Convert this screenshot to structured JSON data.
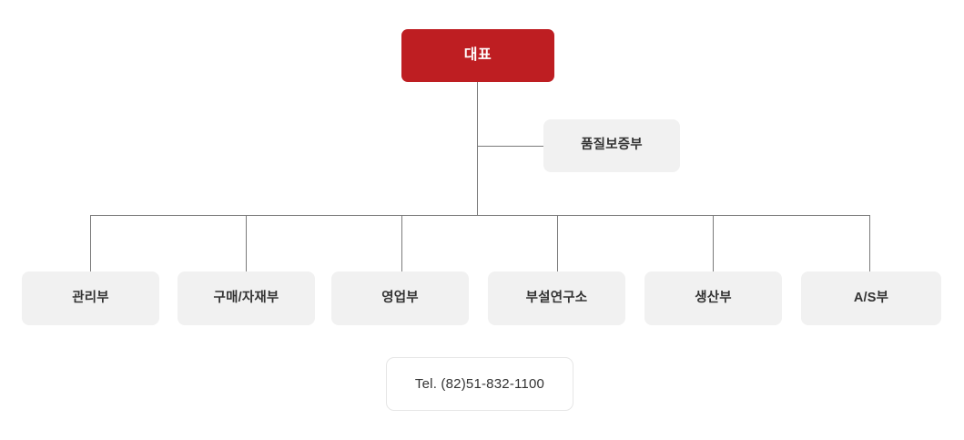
{
  "chart": {
    "type": "org-chart",
    "root": {
      "id": "ceo",
      "label": "대표",
      "color": "#be1e22",
      "text_color": "#ffffff"
    },
    "staff": [
      {
        "id": "quality-assurance",
        "label": "품질보증부",
        "color": "#f1f1f1",
        "text_color": "#333333"
      }
    ],
    "departments": [
      {
        "id": "management",
        "label": "관리부"
      },
      {
        "id": "purchasing-materials",
        "label": "구매/자재부"
      },
      {
        "id": "sales",
        "label": "영업부"
      },
      {
        "id": "research-institute",
        "label": "부설연구소"
      },
      {
        "id": "production",
        "label": "생산부"
      },
      {
        "id": "after-service",
        "label": "A/S부"
      }
    ],
    "department_color": "#f1f1f1",
    "department_text_color": "#333333",
    "contact": {
      "id": "telephone",
      "label": "Tel. (82)51-832-1100",
      "background": "#ffffff",
      "border_color": "#e6e6e6"
    },
    "line_color": "#7a7a7a",
    "background": "#ffffff"
  }
}
